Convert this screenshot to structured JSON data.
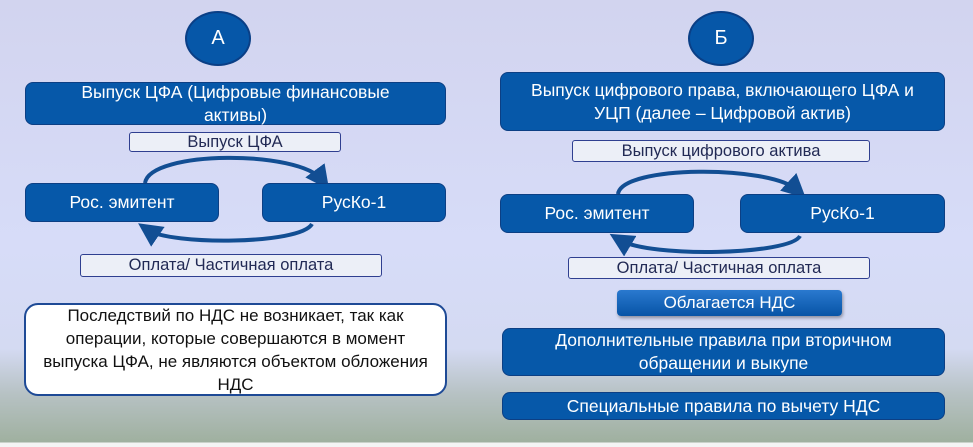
{
  "panel_a": {
    "badge": "А",
    "title_box": "Выпуск ЦФА (Цифровые финансовые активы)",
    "issue_label": "Выпуск ЦФА",
    "issuer": "Рос. эмитент",
    "counterparty": "РусКо-1",
    "payment_label": "Оплата/ Частичная оплата",
    "note": "Последствий по НДС не возникает, так как операции, которые совершаются в момент выпуска ЦФА, не являются объектом обложения НДС"
  },
  "panel_b": {
    "badge": "Б",
    "title_box": "Выпуск цифрового права, включающего ЦФА и УЦП (далее – Цифровой актив)",
    "issue_label": "Выпуск цифрового актива",
    "issuer": "Рос. эмитент",
    "counterparty": "РусКо-1",
    "payment_label": "Оплата/ Частичная оплата",
    "vat_badge": "Облагается НДС",
    "rule_secondary": "Дополнительные правила при вторичном обращении и выкупе",
    "rule_deduction": "Специальные правила по вычету НДС"
  },
  "colors": {
    "primary": "#0658a9",
    "arrow": "#124e93"
  }
}
